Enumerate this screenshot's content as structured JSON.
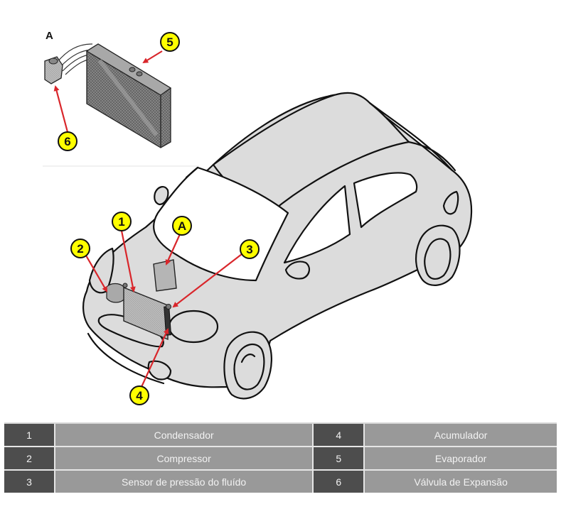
{
  "figure": {
    "inset": {
      "label": "A",
      "parts": [
        "evaporator",
        "expansion-valve"
      ]
    },
    "callouts": [
      {
        "id": "1",
        "text": "1"
      },
      {
        "id": "2",
        "text": "2"
      },
      {
        "id": "3",
        "text": "3"
      },
      {
        "id": "4",
        "text": "4"
      },
      {
        "id": "5",
        "text": "5"
      },
      {
        "id": "6",
        "text": "6"
      },
      {
        "id": "A",
        "text": "A"
      }
    ],
    "colors": {
      "callout_fill": "#ffff00",
      "arrow": "#d9262b",
      "car_body": "#dcdcdc",
      "outline": "#111111"
    }
  },
  "legend": {
    "rows": [
      {
        "left_num": "1",
        "left_label": "Condensador",
        "right_num": "4",
        "right_label": "Acumulador"
      },
      {
        "left_num": "2",
        "left_label": "Compressor",
        "right_num": "5",
        "right_label": "Evaporador"
      },
      {
        "left_num": "3",
        "left_label": "Sensor de pressão do fluído",
        "right_num": "6",
        "right_label": "Válvula de Expansão"
      }
    ],
    "colors": {
      "num_cell": "#4d4d4d",
      "label_cell": "#999999",
      "text": "#f2f2f2"
    }
  }
}
